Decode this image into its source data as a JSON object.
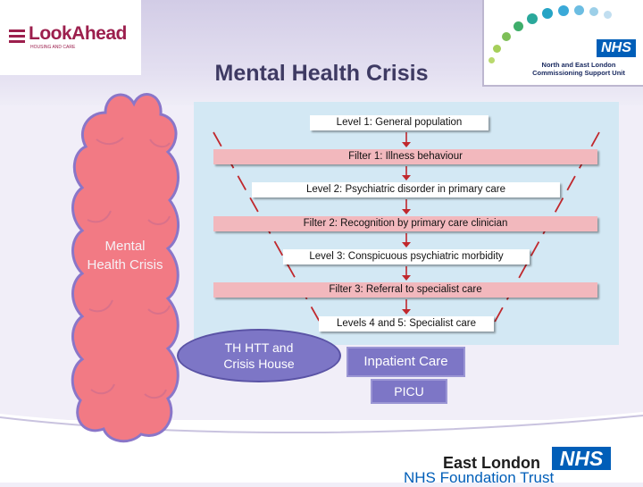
{
  "header": {
    "title": "Mental Health Crisis",
    "left_logo": {
      "name": "LookAhead",
      "subtitle": "HOUSING AND CARE",
      "color": "#9c1f4d"
    },
    "right_logo": {
      "nhs": "NHS",
      "line1": "North and East London",
      "line2": "Commissioning Support Unit"
    }
  },
  "cloud": {
    "label_line1": "Mental",
    "label_line2": "Health Crisis",
    "color": "#f27a84"
  },
  "funnel": {
    "items": [
      {
        "type": "level",
        "label": "Level 1: General population"
      },
      {
        "type": "filter",
        "label": "Filter 1: Illness behaviour"
      },
      {
        "type": "level",
        "label": "Level 2: Psychiatric disorder in primary care"
      },
      {
        "type": "filter",
        "label": "Filter 2: Recognition by primary care clinician"
      },
      {
        "type": "level",
        "label": "Level 3: Conspicuous psychiatric morbidity"
      },
      {
        "type": "filter",
        "label": "Filter 3: Referral to specialist care"
      },
      {
        "type": "level",
        "label": "Levels 4 and 5: Specialist care"
      }
    ],
    "background": "#d3e8f4",
    "filter_color": "#f2b8bd",
    "arrow_color": "#c0282d"
  },
  "services": {
    "oval_line1": "TH HTT and",
    "oval_line2": "Crisis House",
    "inpatient": "Inpatient Care",
    "picu": "PICU",
    "color": "#7d76c6"
  },
  "footer": {
    "org_line1": "East London",
    "nhs": "NHS",
    "org_line2": "NHS Foundation Trust"
  }
}
